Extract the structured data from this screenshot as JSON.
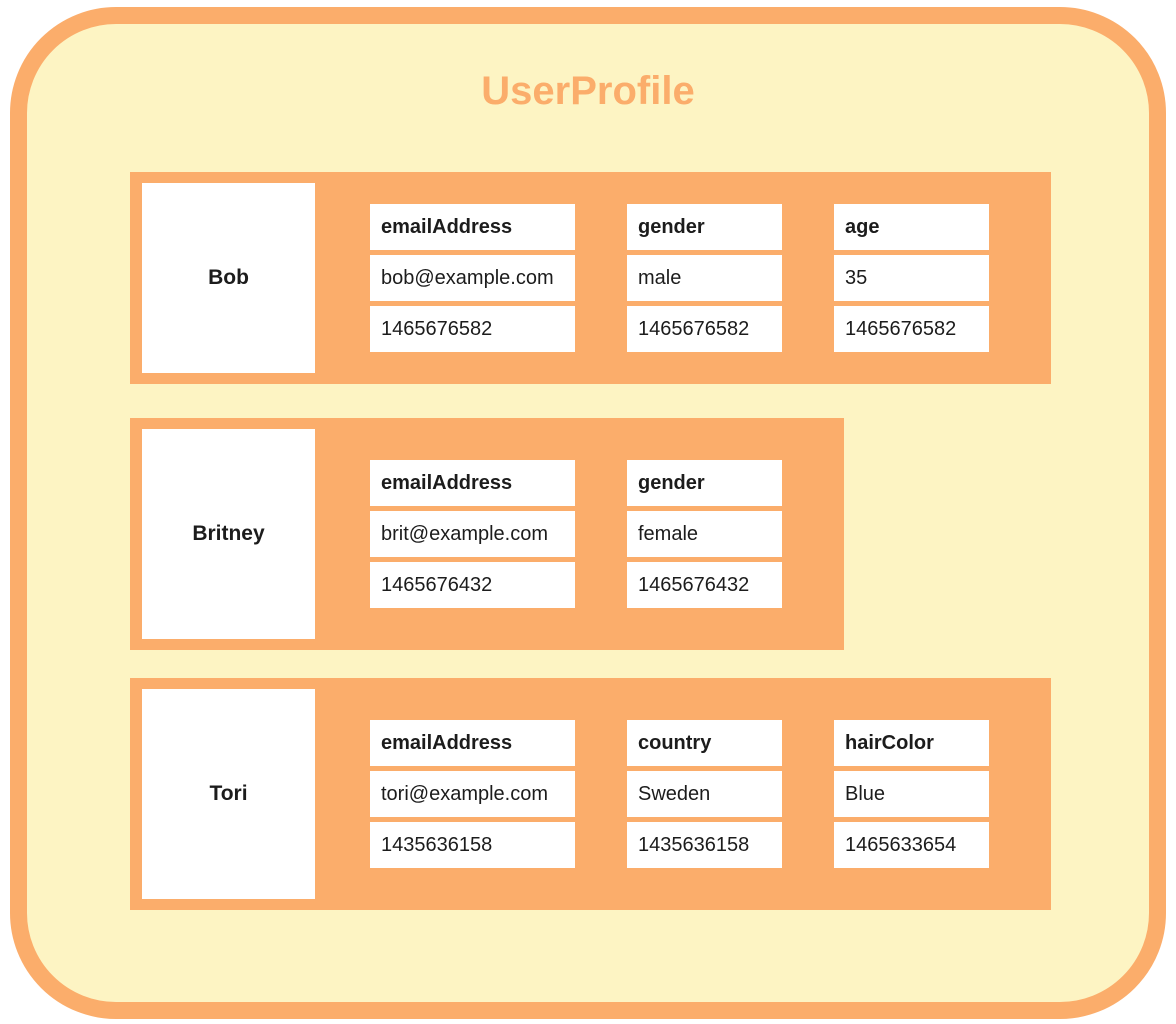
{
  "title": "UserProfile",
  "colors": {
    "accent_orange": "#FBAD6B",
    "panel_cream": "#FDF4C3",
    "cell_white": "#FFFFFF",
    "text_black": "#1C1C1C"
  },
  "rows": [
    {
      "key": "Bob",
      "columns": [
        {
          "name": "emailAddress",
          "value": "bob@example.com",
          "timestamp": "1465676582"
        },
        {
          "name": "gender",
          "value": "male",
          "timestamp": "1465676582"
        },
        {
          "name": "age",
          "value": "35",
          "timestamp": "1465676582"
        }
      ]
    },
    {
      "key": "Britney",
      "columns": [
        {
          "name": "emailAddress",
          "value": "brit@example.com",
          "timestamp": "1465676432"
        },
        {
          "name": "gender",
          "value": "female",
          "timestamp": "1465676432"
        }
      ]
    },
    {
      "key": "Tori",
      "columns": [
        {
          "name": "emailAddress",
          "value": "tori@example.com",
          "timestamp": "1435636158"
        },
        {
          "name": "country",
          "value": "Sweden",
          "timestamp": "1435636158"
        },
        {
          "name": "hairColor",
          "value": "Blue",
          "timestamp": "1465633654"
        }
      ]
    }
  ]
}
